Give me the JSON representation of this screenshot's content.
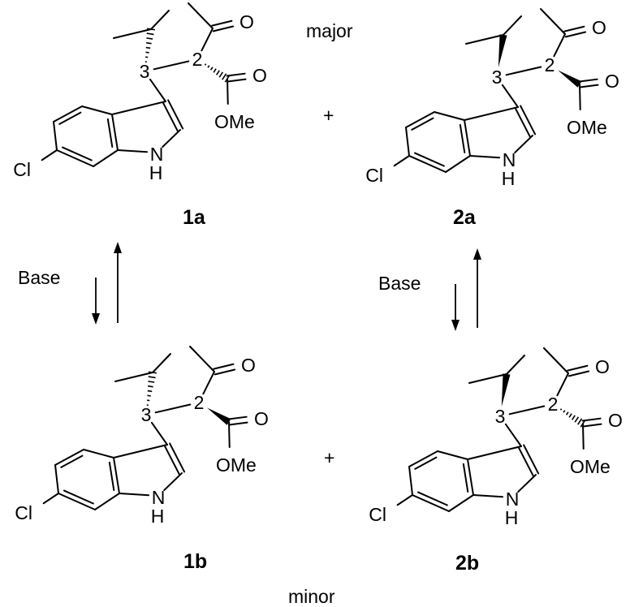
{
  "compounds": [
    {
      "id": "1a",
      "label": "1a",
      "c3_bond": "hash",
      "c2_bond": "hash"
    },
    {
      "id": "2a",
      "label": "2a",
      "c3_bond": "wedge",
      "c2_bond": "wedge"
    },
    {
      "id": "1b",
      "label": "1b",
      "c3_bond": "hash",
      "c2_bond": "wedge"
    },
    {
      "id": "2b",
      "label": "2b",
      "c3_bond": "wedge",
      "c2_bond": "hash"
    }
  ],
  "atoms": {
    "cl": "Cl",
    "nh_n": "N",
    "nh_h": "H",
    "oxygen": "O",
    "ome": "OMe",
    "c3": "3",
    "c2": "2"
  },
  "annotations": {
    "major": "major",
    "minor": "minor",
    "plus": "+",
    "base": "Base"
  }
}
